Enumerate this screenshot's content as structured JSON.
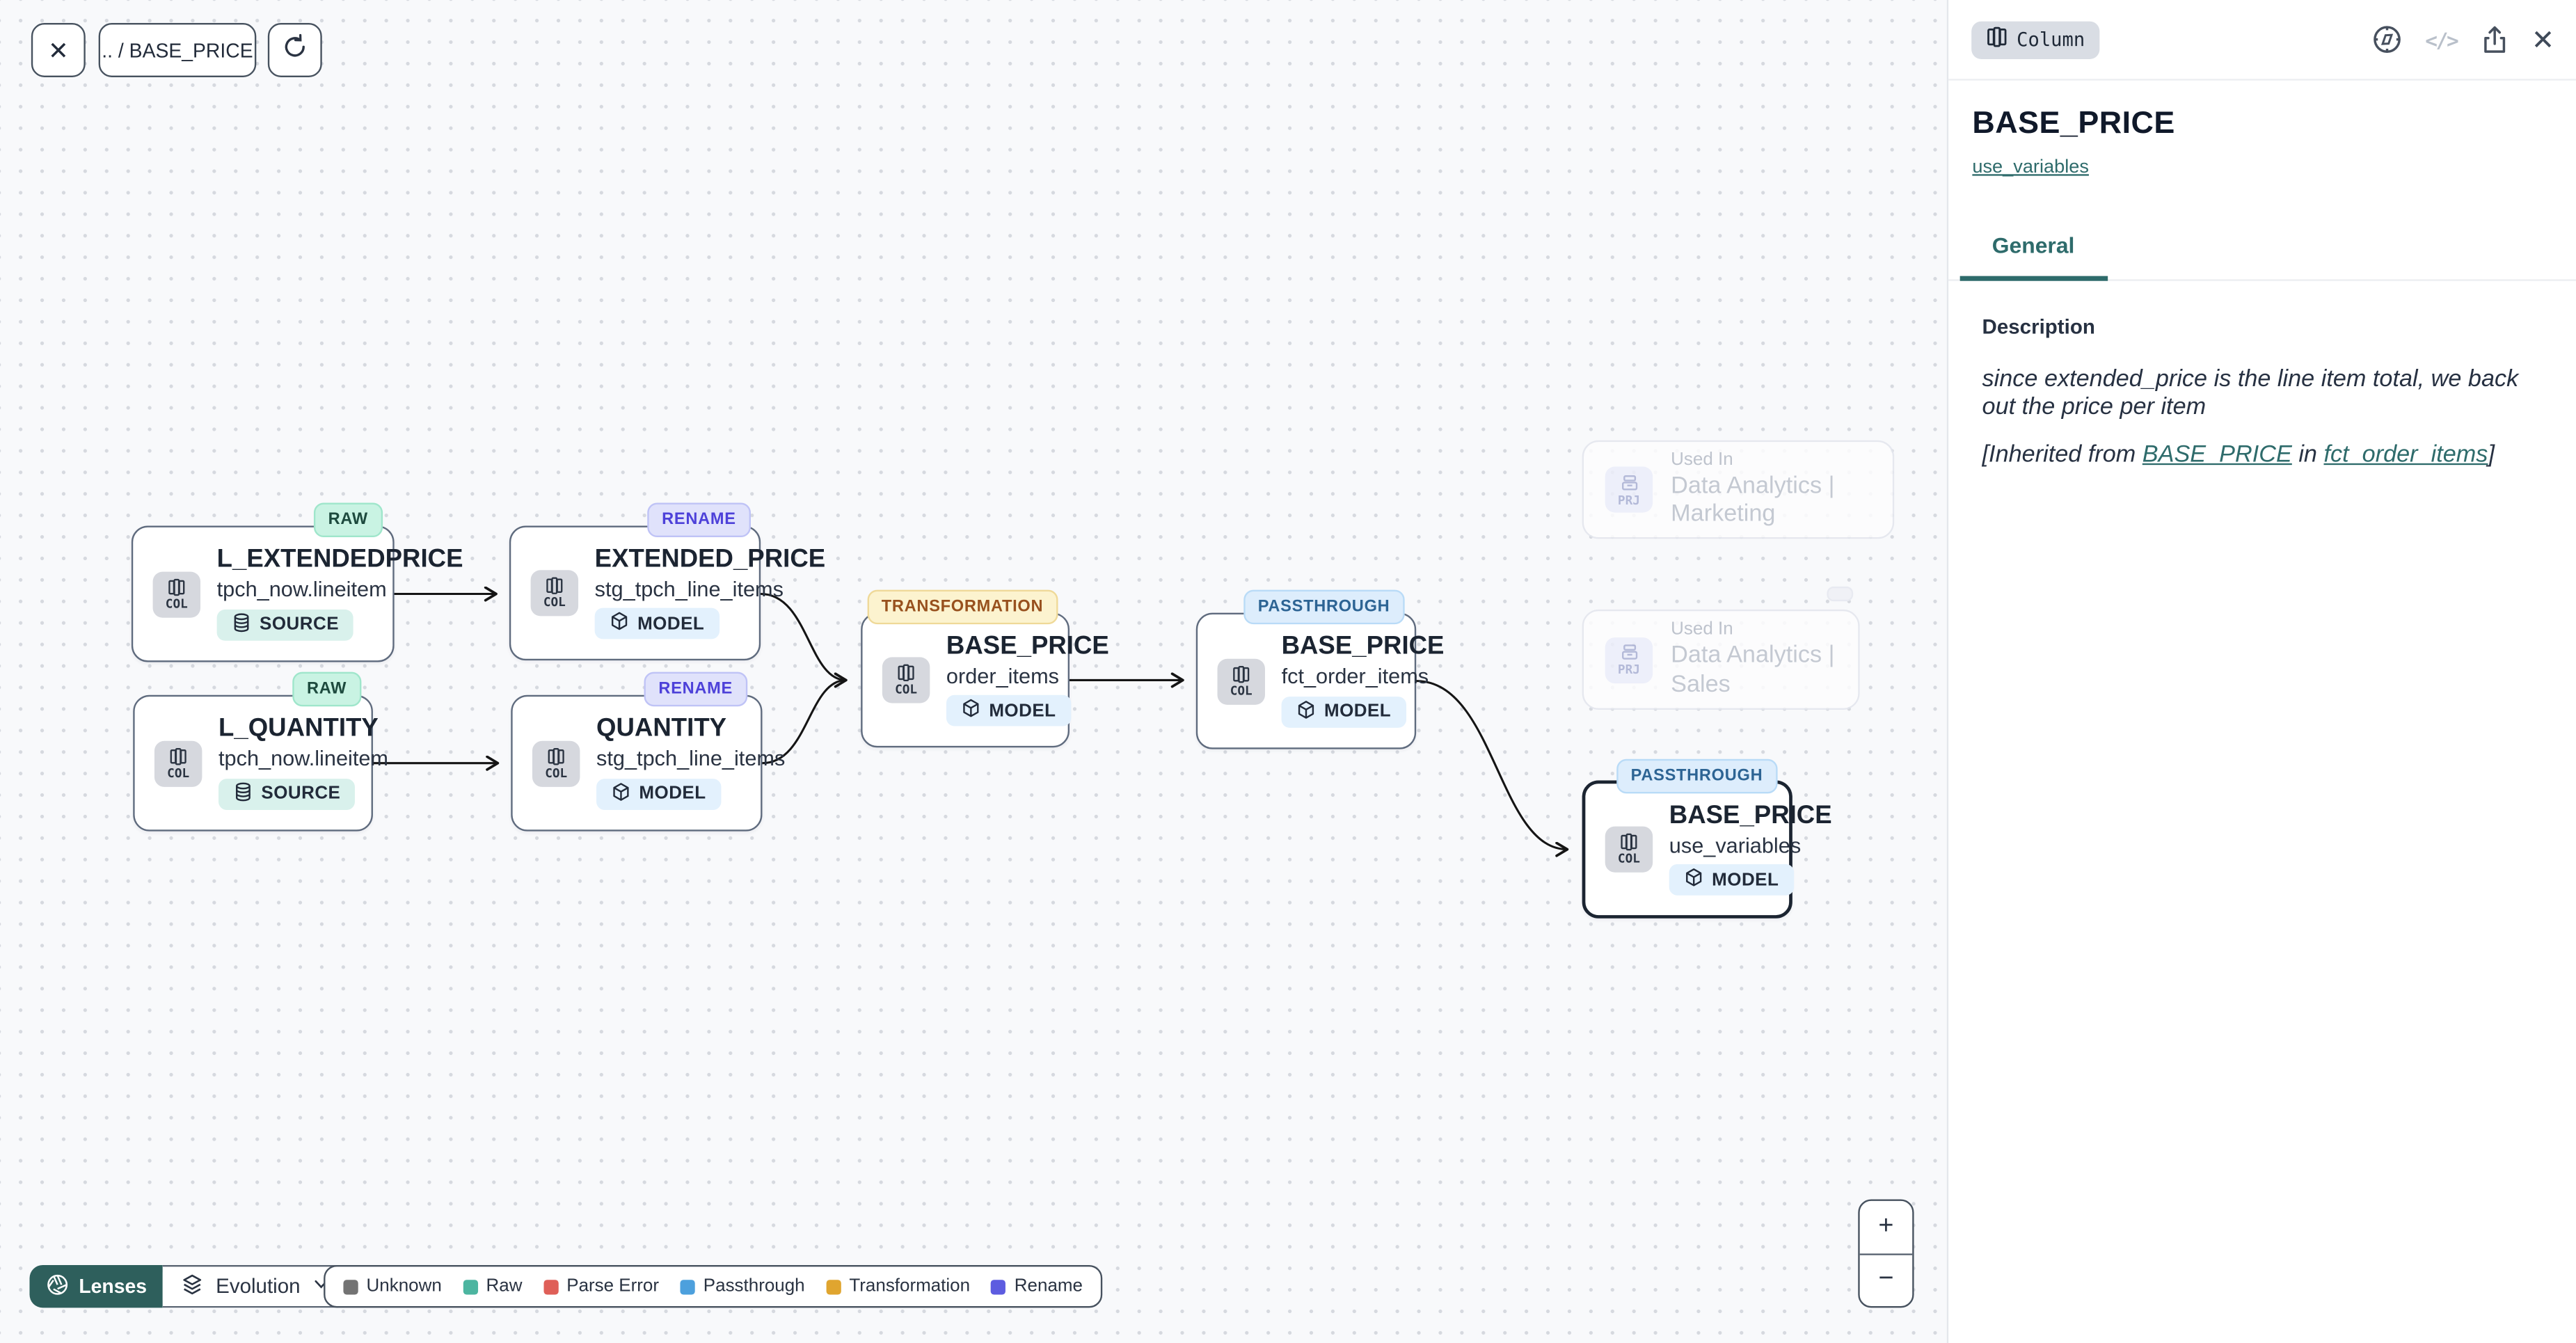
{
  "toolbar": {
    "close_glyph": "✕",
    "breadcrumb": ".. / BASE_PRICE"
  },
  "canvas": {
    "nodes": [
      {
        "badge": "RAW",
        "title": "L_EXTENDEDPRICE",
        "subtitle": "tpch_now.lineitem",
        "chip": "SOURCE",
        "kind": "COL"
      },
      {
        "badge": "RENAME",
        "title": "EXTENDED_PRICE",
        "subtitle": "stg_tpch_line_items",
        "chip": "MODEL",
        "kind": "COL"
      },
      {
        "badge": "RAW",
        "title": "L_QUANTITY",
        "subtitle": "tpch_now.lineitem",
        "chip": "SOURCE",
        "kind": "COL"
      },
      {
        "badge": "RENAME",
        "title": "QUANTITY",
        "subtitle": "stg_tpch_line_items",
        "chip": "MODEL",
        "kind": "COL"
      },
      {
        "badge": "TRANSFORMATION",
        "title": "BASE_PRICE",
        "subtitle": "order_items",
        "chip": "MODEL",
        "kind": "COL"
      },
      {
        "badge": "PASSTHROUGH",
        "title": "BASE_PRICE",
        "subtitle": "fct_order_items",
        "chip": "MODEL",
        "kind": "COL"
      },
      {
        "badge": "PASSTHROUGH",
        "title": "BASE_PRICE",
        "subtitle": "use_variables",
        "chip": "MODEL",
        "kind": "COL",
        "selected": true
      }
    ],
    "ghost_nodes": [
      {
        "label": "Used In",
        "project": "Data Analytics | Marketing",
        "kind": "PRJ"
      },
      {
        "label": "Used In",
        "project": "Data Analytics | Sales",
        "kind": "PRJ"
      }
    ],
    "lenses": {
      "label": "Lenses",
      "mode": "Evolution"
    },
    "legend": {
      "items": [
        {
          "label": "Unknown",
          "color": "#737373"
        },
        {
          "label": "Raw",
          "color": "#4cb5a0"
        },
        {
          "label": "Parse Error",
          "color": "#df5f58"
        },
        {
          "label": "Passthrough",
          "color": "#4da0dd"
        },
        {
          "label": "Transformation",
          "color": "#e0a52f"
        },
        {
          "label": "Rename",
          "color": "#5d5ce0"
        }
      ]
    },
    "zoom": {
      "in_glyph": "+",
      "out_glyph": "−"
    }
  },
  "panel": {
    "type_badge": "Column",
    "code_glyph": "</>",
    "close_glyph": "✕",
    "title": "BASE_PRICE",
    "model_link": "use_variables",
    "tabs": [
      {
        "label": "General",
        "active": true
      }
    ],
    "description": {
      "heading": "Description",
      "text": "since extended_price is the line item total, we back out the price per item",
      "inherited_prefix": "[Inherited from ",
      "inherited_link_column": "BASE_PRICE",
      "inherited_mid": " in ",
      "inherited_link_model": "fct_order_items",
      "inherited_suffix": "]"
    }
  },
  "colors": {
    "accent_teal": "#2e6b6b",
    "lenses_button": "#2e5f5c",
    "canvas_bg": "#f8f9fb",
    "node_border": "#5f6b7e",
    "selected_border": "#1b2431",
    "badge_raw_bg": "#c9f3e3",
    "badge_rename_bg": "#e0e2fb",
    "badge_transformation_bg": "#fcf3cf",
    "badge_passthrough_bg": "#ddedfc",
    "chip_source_bg": "#d9f1ec",
    "chip_model_bg": "#e3f1fd"
  }
}
